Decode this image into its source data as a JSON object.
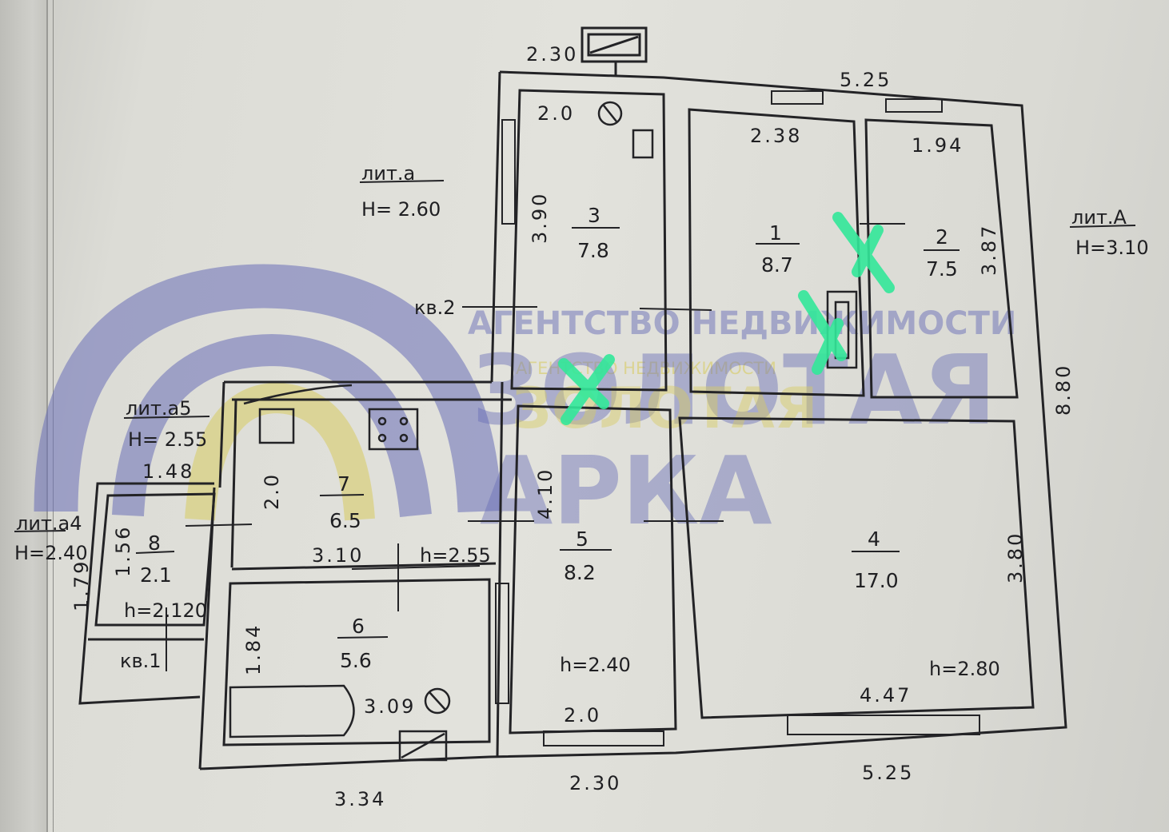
{
  "watermark": {
    "agency_line": "АГЕНТСТВО НЕДВИЖИМОСТИ",
    "agency_line_small": "АГЕНТСТВО НЕДВИЖИМОСТИ",
    "brand_line_1": "ЗОЛОТАЯ",
    "brand_line_1_yellow": "ЗОЛОТАЯ",
    "brand_line_2": "АРКА",
    "colors": {
      "blue": "#6a6fb8",
      "yellow": "#d8cc62",
      "marks": "#33e89a"
    }
  },
  "section_labels": {
    "lit_a_small": {
      "name": "лит.а",
      "height": "Н= 2.60"
    },
    "lit_A": {
      "name": "лит.А",
      "height": "Н=3.10"
    },
    "lit_a5": {
      "name": "лит.а5",
      "height": "Н= 2.55"
    },
    "lit_a4": {
      "name": "лит.а4",
      "height": "Н=2.40"
    },
    "apt_2": "кв.2",
    "apt_1": "кв.1"
  },
  "rooms": [
    {
      "number": "1",
      "area": "8.7"
    },
    {
      "number": "2",
      "area": "7.5"
    },
    {
      "number": "3",
      "area": "7.8"
    },
    {
      "number": "4",
      "area": "17.0"
    },
    {
      "number": "5",
      "area": "8.2"
    },
    {
      "number": "6",
      "area": "5.6"
    },
    {
      "number": "7",
      "area": "6.5"
    },
    {
      "number": "8",
      "area": "2.1"
    }
  ],
  "heights": {
    "room5": "h=2.40",
    "room4": "h=2.80",
    "room7": "h=2.55",
    "room8": "h=2.120"
  },
  "dimensions": {
    "top_left": "2.30",
    "top_right": "5.25",
    "room3_width": "2.0",
    "room1_width": "2.38",
    "room2_width": "1.94",
    "room3_height": "3.90",
    "room2_height": "3.87",
    "right_total": "8.80",
    "room4_height": "3.80",
    "room4_width": "4.47",
    "room5_height": "4.10",
    "room5_width": "2.0",
    "room7_height": "2.0",
    "room7_width": "3.10",
    "room8_width": "1.48",
    "room8_height": "1.56",
    "left_annex_height": "1.79",
    "room6_height": "1.84",
    "room6_width": "3.09",
    "bottom_left": "3.34",
    "bottom_middle": "2.30",
    "bottom_right": "5.25"
  }
}
